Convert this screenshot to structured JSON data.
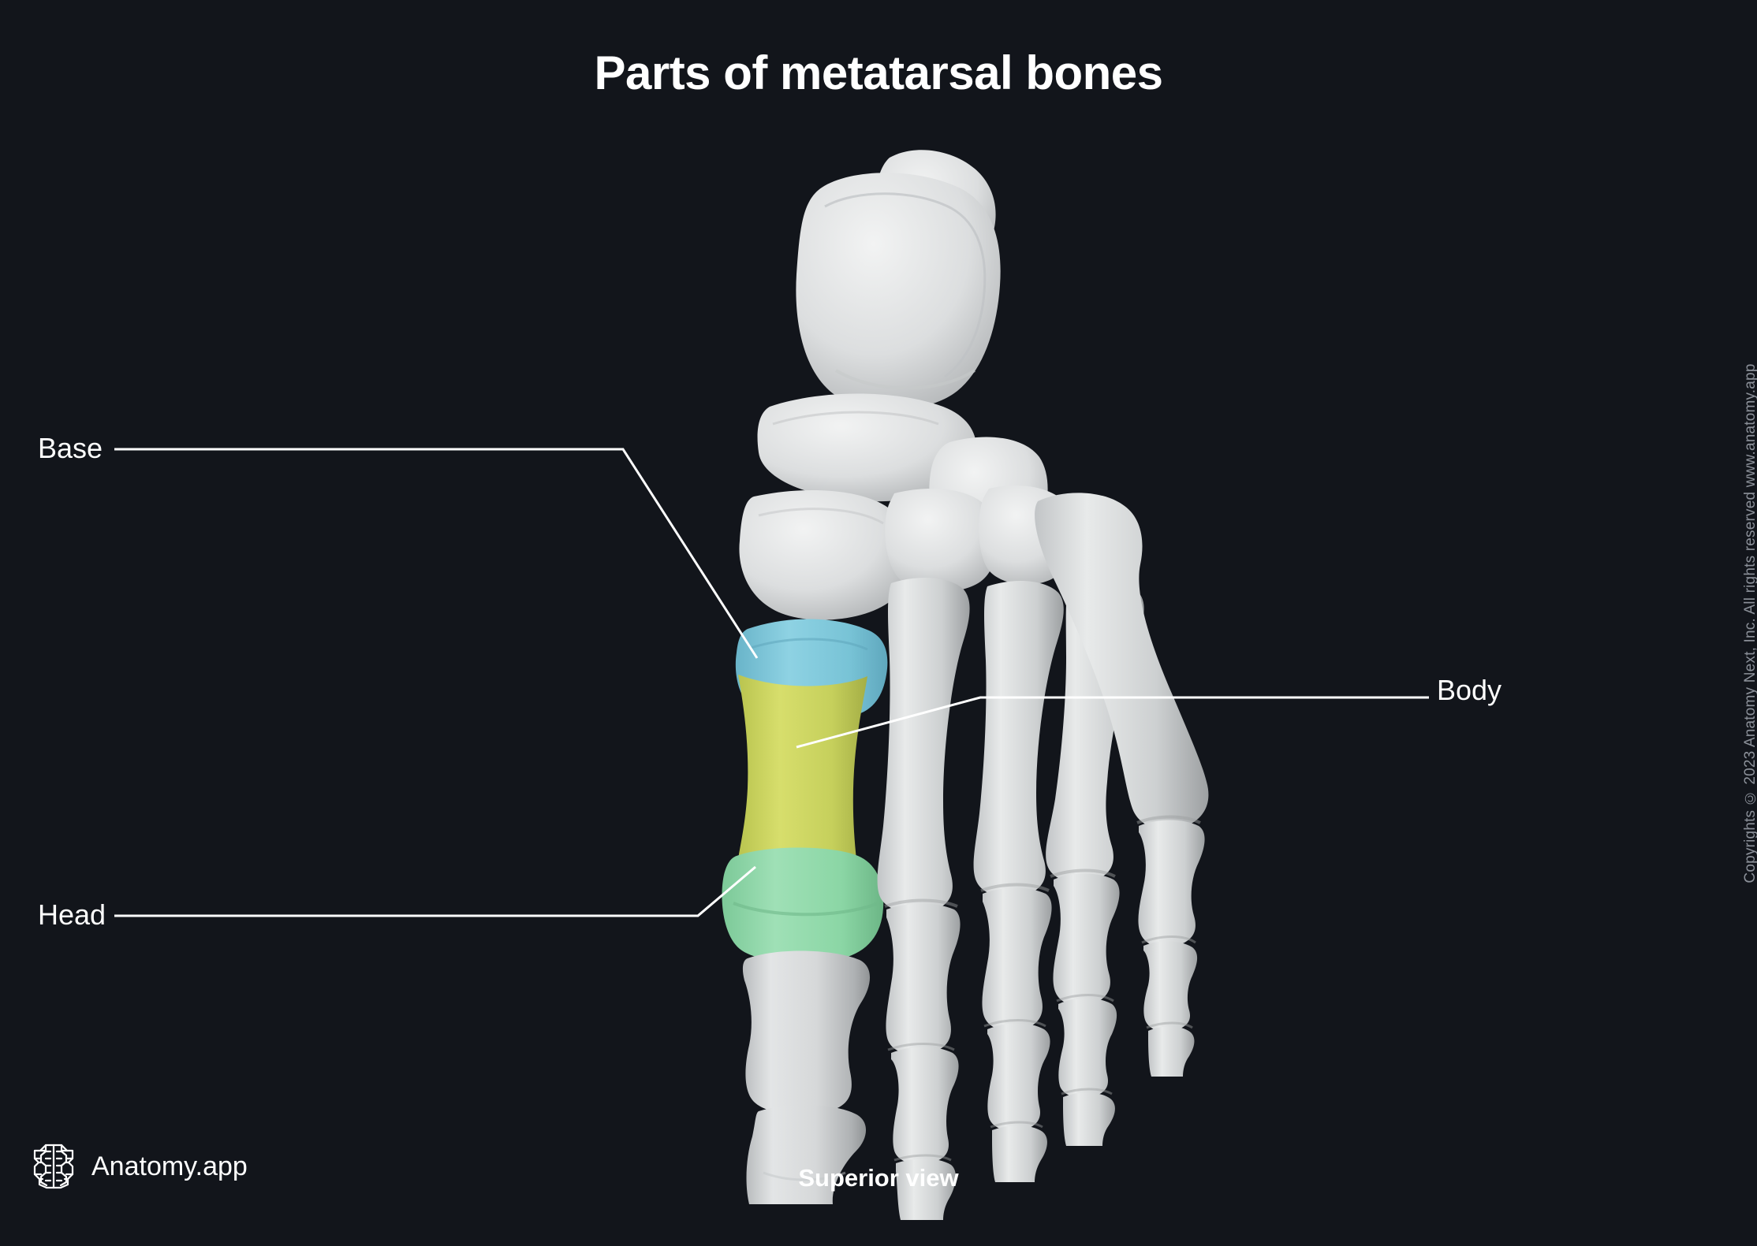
{
  "page": {
    "background_color": "#12151b",
    "title": "Parts of metatarsal bones",
    "caption": "Superior view",
    "copyright": "Copyrights © 2023 Anatomy Next, Inc. All rights reserved www.anatomy.app"
  },
  "brand": {
    "logo_icon": "brain-icon",
    "name": "Anatomy.app"
  },
  "labels": {
    "base": "Base",
    "head": "Head",
    "body": "Body"
  },
  "colors": {
    "base_highlight": "#7ec8db",
    "body_highlight": "#cbd45e",
    "head_highlight": "#8fd9ab",
    "bone": "#d9dbdc",
    "bone_shadow": "#a8abad",
    "leader_line": "#ffffff",
    "text": "#ffffff",
    "copyright_text": "#8b9099"
  },
  "illustration": {
    "subject": "right foot skeleton, superior (dorsal) view",
    "highlighted_bone": "first metatarsal",
    "regions": [
      {
        "name": "Base",
        "color": "#7ec8db"
      },
      {
        "name": "Body",
        "color": "#cbd45e"
      },
      {
        "name": "Head",
        "color": "#8fd9ab"
      }
    ]
  }
}
